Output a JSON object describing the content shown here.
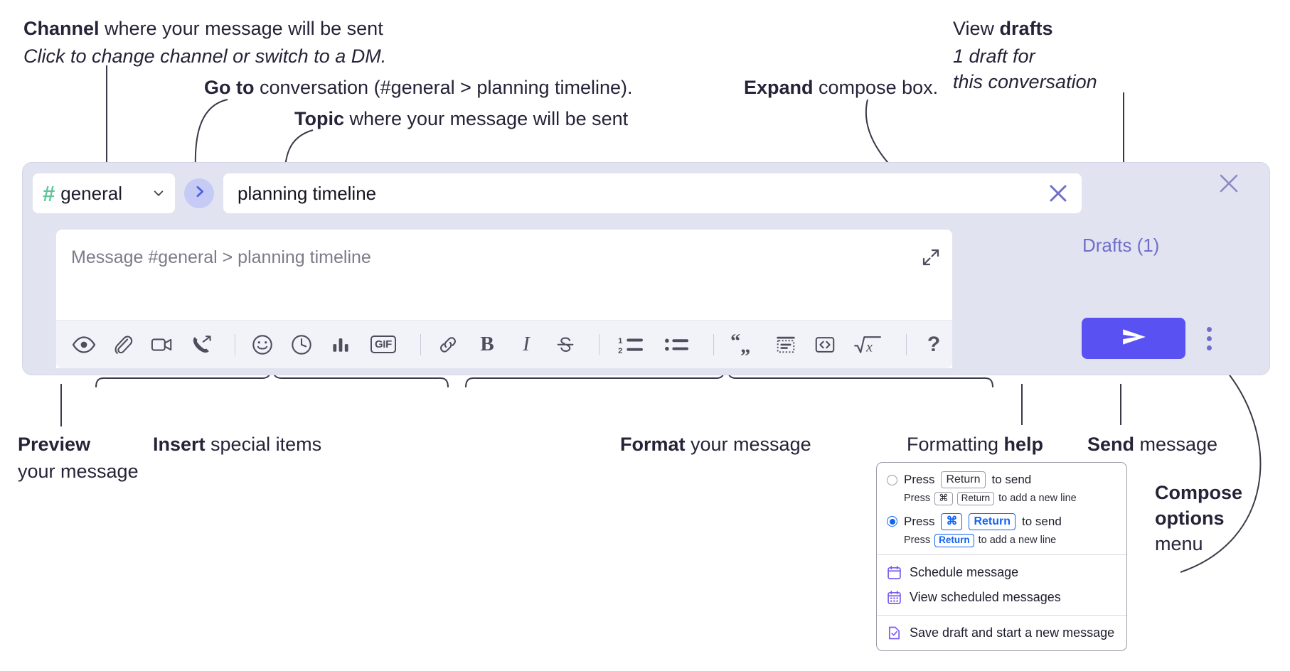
{
  "annotations": {
    "channel": {
      "bold": "Channel",
      "rest": " where your message will be sent",
      "sub": "Click to change channel or switch to a DM."
    },
    "goto": {
      "bold": "Go to",
      "rest": " conversation (#general > planning timeline)."
    },
    "topic": {
      "bold": "Topic",
      "rest": " where your message will be sent"
    },
    "expand": {
      "bold": "Expand",
      "rest": " compose box."
    },
    "drafts": {
      "pre": "View ",
      "bold": "drafts",
      "sub1": "1 draft for",
      "sub2": "this conversation"
    },
    "preview": {
      "bold": "Preview",
      "rest": "your message"
    },
    "insert": {
      "bold": "Insert",
      "rest": " special items"
    },
    "format": {
      "bold": "Format",
      "rest": " your message"
    },
    "help": {
      "pre": "Formatting ",
      "bold": "help"
    },
    "send": {
      "bold": "Send",
      "rest": " message"
    },
    "compose_options": {
      "line1": "Compose",
      "line2": "options",
      "line3": "menu"
    }
  },
  "compose": {
    "channel_name": "general",
    "hash_symbol": "#",
    "topic_value": "planning timeline",
    "message_placeholder": "Message #general > planning timeline",
    "drafts_label": "Drafts (1)",
    "icons": {
      "chevron_down": "chevron-down-icon",
      "goto": "chevron-right-icon",
      "topic_clear": "close-icon",
      "expand": "expand-icon",
      "panel_close": "close-icon",
      "send": "send-icon",
      "kebab": "more-options-icon"
    },
    "toolbar": [
      {
        "name": "preview-icon",
        "label": "Preview"
      },
      {
        "name": "attachment-icon",
        "label": "Attach file"
      },
      {
        "name": "video-icon",
        "label": "Record video"
      },
      {
        "name": "phone-forward-icon",
        "label": "Call"
      },
      {
        "name": "divider",
        "label": ""
      },
      {
        "name": "emoji-icon",
        "label": "Emoji"
      },
      {
        "name": "clock-icon",
        "label": "Reminder"
      },
      {
        "name": "poll-icon",
        "label": "Poll"
      },
      {
        "name": "gif-icon",
        "label": "GIF"
      },
      {
        "name": "divider",
        "label": ""
      },
      {
        "name": "link-icon",
        "label": "Link"
      },
      {
        "name": "bold-icon",
        "label": "B"
      },
      {
        "name": "italic-icon",
        "label": "I"
      },
      {
        "name": "strikethrough-icon",
        "label": "Strikethrough"
      },
      {
        "name": "divider",
        "label": ""
      },
      {
        "name": "ordered-list-icon",
        "label": "Ordered list"
      },
      {
        "name": "bullet-list-icon",
        "label": "Bulleted list"
      },
      {
        "name": "divider",
        "label": ""
      },
      {
        "name": "blockquote-icon",
        "label": "Blockquote"
      },
      {
        "name": "code-block-icon",
        "label": "Code block"
      },
      {
        "name": "code-icon",
        "label": "Code"
      },
      {
        "name": "math-icon",
        "label": "Math"
      },
      {
        "name": "divider",
        "label": ""
      },
      {
        "name": "help-icon",
        "label": "?"
      }
    ]
  },
  "menu": {
    "option1": {
      "pre": "Press",
      "key": "Return",
      "post": "to send",
      "selected": false,
      "sub_pre": "Press",
      "sub_key1": "⌘",
      "sub_key2": "Return",
      "sub_post": "to add a new line"
    },
    "option2": {
      "pre": "Press",
      "key1": "⌘",
      "key2": "Return",
      "post": "to send",
      "selected": true,
      "sub_pre": "Press",
      "sub_key": "Return",
      "sub_post": "to add a new line"
    },
    "items": [
      {
        "icon": "calendar-icon",
        "label": "Schedule message"
      },
      {
        "icon": "calendar-grid-icon",
        "label": "View scheduled messages"
      },
      {
        "icon": "save-draft-icon",
        "label": "Save draft and start a new message"
      }
    ]
  },
  "colors": {
    "panel_bg": "#e2e3f1",
    "send_button": "#5951f2",
    "hash_green": "#5fc69a",
    "accent_purple": "#6f6ec9",
    "key_blue": "#1264f0",
    "menu_icon_purple": "#7b5cf0"
  }
}
